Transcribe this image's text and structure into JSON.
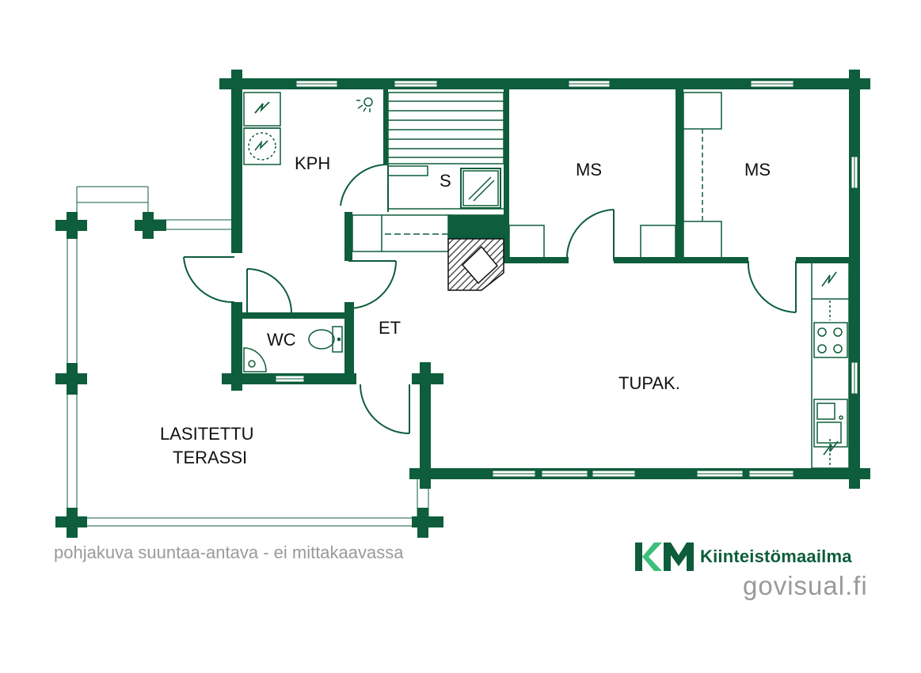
{
  "colors": {
    "wall": "#0e5d3c",
    "window_frame": "#0e5d3c",
    "fixture_line": "#0e5d3c",
    "brand_green": "#0d5c3c",
    "brand_light": "#3dbf7a",
    "caption_gray": "#9a9a9a"
  },
  "rooms": {
    "kph": "KPH",
    "s": "S",
    "ms1": "MS",
    "ms2": "MS",
    "wc": "WC",
    "et": "ET",
    "tupak": "TUPAK.",
    "terrace_line1": "LASITETTU",
    "terrace_line2": "TERASSI"
  },
  "icons": [
    "shower-icon",
    "electric-panel-icon",
    "floor-drain-icon",
    "toilet-icon",
    "sink-icon",
    "stove-icon",
    "kitchen-sink-icon",
    "sauna-stove-icon",
    "fireplace-icon"
  ],
  "footer": {
    "note": "pohjakuva suuntaa-antava - ei mittakaavassa",
    "brand_mark": "KM",
    "brand_name": "Kiinteistömaailma",
    "site": "govisual.fi"
  }
}
